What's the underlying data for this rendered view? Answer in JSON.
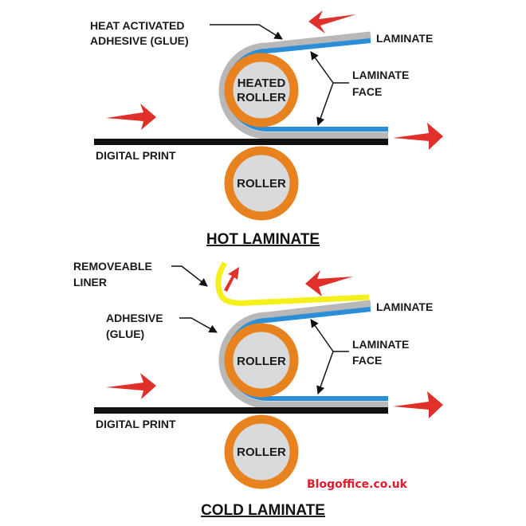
{
  "hot": {
    "title": "HOT LAMINATE",
    "adhesive_line1": "HEAT ACTIVATED",
    "adhesive_line2": "ADHESIVE (GLUE)",
    "laminate": "LAMINATE",
    "face_line1": "LAMINATE",
    "face_line2": "FACE",
    "upper_roller_line1": "HEATED",
    "upper_roller_line2": "ROLLER",
    "lower_roller": "ROLLER",
    "print": "DIGITAL PRINT"
  },
  "cold": {
    "title": "COLD LAMINATE",
    "liner_line1": "REMOVEABLE",
    "liner_line2": "LINER",
    "adhesive_line1": "ADHESIVE",
    "adhesive_line2": "(GLUE)",
    "laminate": "LAMINATE",
    "face_line1": "LAMINATE",
    "face_line2": "FACE",
    "upper_roller": "ROLLER",
    "lower_roller": "ROLLER",
    "print": "DIGITAL PRINT"
  },
  "watermark": "Blogoffice.co.uk",
  "colors": {
    "roller": "#e8821e",
    "roller_core": "#d9dadc",
    "laminate": "#2a8fd8",
    "adhesive": "#b8b8b8",
    "liner": "#f5ef1a",
    "print": "#111111",
    "arrow": "#e0302a"
  }
}
